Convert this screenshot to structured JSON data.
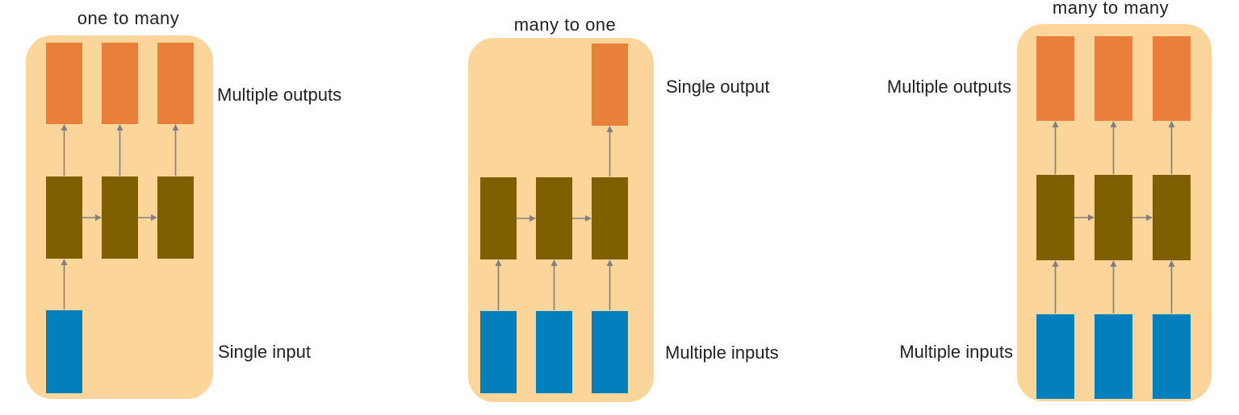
{
  "colors": {
    "panel_background": "#FCD59B",
    "output_cell": "#E8803C",
    "hidden_cell": "#7F6000",
    "input_cell": "#0380BB",
    "arrow": "#808080",
    "text": "#222222"
  },
  "diagrams": [
    {
      "id": "one-to-many",
      "title": "one to many",
      "input_count": 1,
      "hidden_count": 3,
      "output_count": 3,
      "output_label": "Multiple outputs",
      "input_label": "Single input"
    },
    {
      "id": "many-to-one",
      "title": "many to one",
      "input_count": 3,
      "hidden_count": 3,
      "output_count": 1,
      "output_label": "Single output",
      "input_label": "Multiple inputs"
    },
    {
      "id": "many-to-many",
      "title": "many to many",
      "input_count": 3,
      "hidden_count": 3,
      "output_count": 3,
      "output_label": "Multiple outputs",
      "input_label": "Multiple inputs"
    }
  ]
}
